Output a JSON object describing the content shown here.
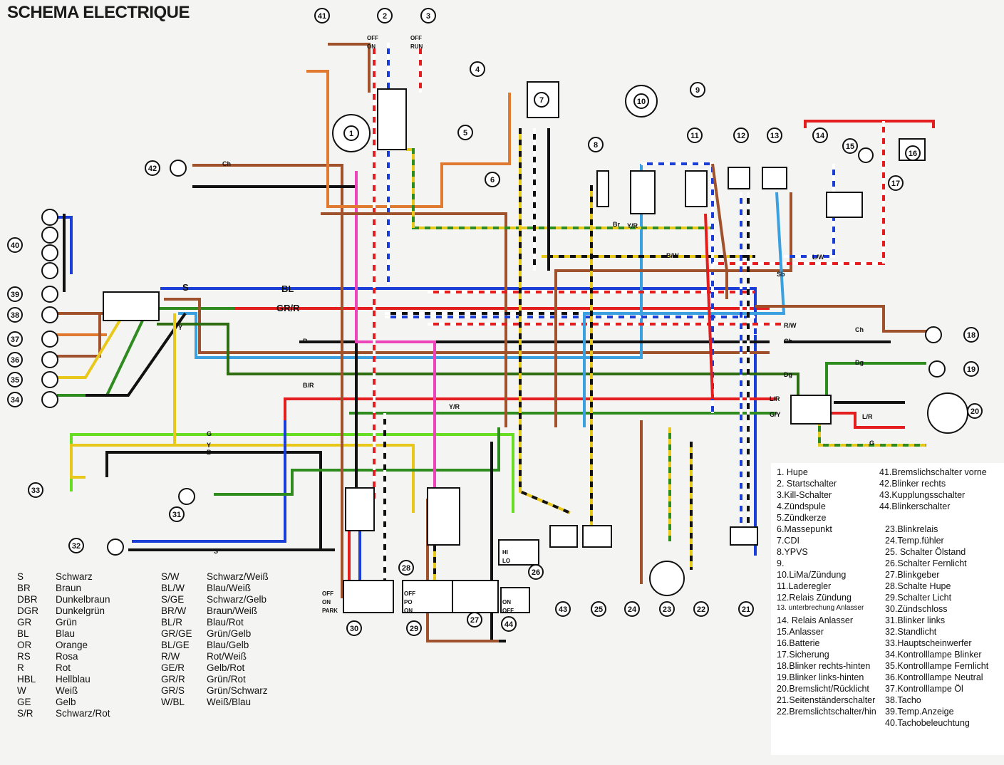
{
  "title": "SCHEMA ELECTRIQUE",
  "component_numbers": [
    "1",
    "2",
    "3",
    "4",
    "5",
    "6",
    "7",
    "8",
    "9",
    "10",
    "11",
    "12",
    "13",
    "14",
    "15",
    "16",
    "17",
    "18",
    "19",
    "20",
    "21",
    "22",
    "23",
    "24",
    "25",
    "26",
    "27",
    "28",
    "29",
    "30",
    "31",
    "32",
    "33",
    "34",
    "35",
    "36",
    "37",
    "38",
    "39",
    "40",
    "41",
    "42",
    "43",
    "44"
  ],
  "wire_labels": [
    "BL",
    "GR/R",
    "S",
    "S",
    "B/W",
    "L/W",
    "R/W",
    "Ch",
    "Ch",
    "Dg",
    "L/R",
    "G/Y",
    "Y/R",
    "G",
    "Y",
    "B",
    "B",
    "Sb",
    "Br",
    "B/R",
    "Y/R",
    "L/R",
    "Dg",
    "Ch",
    "G",
    "Y"
  ],
  "switch_labels": {
    "kill_off": "OFF",
    "kill_on": "ON",
    "start_off": "OFF",
    "start_run": "RUN",
    "ign_off": "OFF",
    "ign_on": "ON",
    "ign_park": "PARK",
    "light_off": "OFF",
    "light_po": "PO",
    "light_on": "ON",
    "turn_on": "ON",
    "turn_off": "OFF",
    "beam_hi": "HI",
    "beam_lo": "LO"
  },
  "wire_colors": {
    "red": "#e41e1e",
    "blue": "#1b3fd6",
    "brown": "#a0522d",
    "black": "#111111",
    "green": "#2e8b1e",
    "dark_green": "#2f6d12",
    "yellow": "#e8c81a",
    "light_blue": "#3aa0e0",
    "pink": "#ee44bb",
    "orange": "#e07a30",
    "light_green": "#66dd22",
    "white": "#ffffff"
  },
  "color_legend": [
    {
      "code": "S",
      "name": "Schwarz"
    },
    {
      "code": "BR",
      "name": "Braun"
    },
    {
      "code": "DBR",
      "name": "Dunkelbraun"
    },
    {
      "code": "DGR",
      "name": "Dunkelgrün"
    },
    {
      "code": "GR",
      "name": "Grün"
    },
    {
      "code": "BL",
      "name": "Blau"
    },
    {
      "code": "OR",
      "name": "Orange"
    },
    {
      "code": "RS",
      "name": "Rosa"
    },
    {
      "code": "R",
      "name": "Rot"
    },
    {
      "code": "HBL",
      "name": "Hellblau"
    },
    {
      "code": "W",
      "name": "Weiß"
    },
    {
      "code": "GE",
      "name": "Gelb"
    },
    {
      "code": "S/R",
      "name": "Schwarz/Rot"
    },
    {
      "code": "S/W",
      "name": "Schwarz/Weiß"
    },
    {
      "code": "BL/W",
      "name": "Blau/Weiß"
    },
    {
      "code": "S/GE",
      "name": "Schwarz/Gelb"
    },
    {
      "code": "BR/W",
      "name": "Braun/Weiß"
    },
    {
      "code": "BL/R",
      "name": "Blau/Rot"
    },
    {
      "code": "GR/GE",
      "name": "Grün/Gelb"
    },
    {
      "code": "BL/GE",
      "name": "Blau/Gelb"
    },
    {
      "code": "R/W",
      "name": "Rot/Weiß"
    },
    {
      "code": "GE/R",
      "name": "Gelb/Rot"
    },
    {
      "code": "GR/R",
      "name": "Grün/Rot"
    },
    {
      "code": "GR/S",
      "name": "Grün/Schwarz"
    },
    {
      "code": "W/BL",
      "name": "Weiß/Blau"
    }
  ],
  "parts_legend": [
    "1. Hupe",
    "2. Startschalter",
    "3.Kill-Schalter",
    "4.Zündspule",
    "5.Zündkerze",
    "6.Massepunkt",
    "7.CDI",
    "8.YPVS",
    "9.",
    "10.LiMa/Zündung",
    "11.Laderegler",
    "12.Relais Zündung",
    "13. unterbrechung Anlasser",
    "14. Relais Anlasser",
    "15.Anlasser",
    "16.Batterie",
    "17.Sicherung",
    "18.Blinker rechts-hinten",
    "19.Blinker links-hinten",
    "20.Bremslicht/Rücklicht",
    "21.Seitenständerschalter",
    "22.Bremslichtschalter/hin",
    "23.Blinkrelais",
    "24.Temp.fühler",
    "25. Schalter Ölstand",
    "26.Schalter Fernlicht",
    "27.Blinkgeber",
    "28.Schalte Hupe",
    "29.Schalter Licht",
    "30.Zündschloss",
    "31.Blinker links",
    "32.Standlicht",
    "33.Hauptscheinwerfer",
    "34.Kontrolllampe Blinker",
    "35.Kontrolllampe Fernlicht",
    "36.Kontrolllampe Neutral",
    "37.Kontrolllampe Öl",
    "38.Tacho",
    "39.Temp.Anzeige",
    "40.Tachobeleuchtung",
    "41.Bremslichschalter vorne",
    "42.Blinker rechts",
    "43.Kupplungsschalter",
    "44.Blinkerschalter"
  ]
}
